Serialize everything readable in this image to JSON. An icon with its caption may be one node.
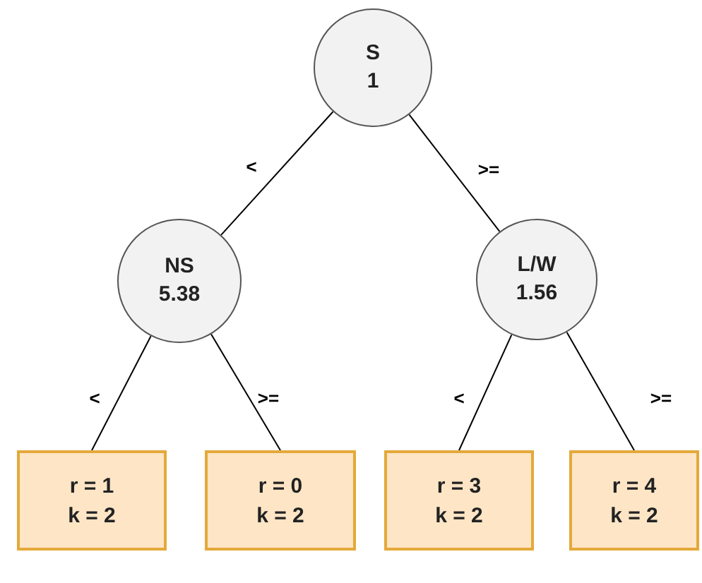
{
  "diagram": {
    "nodes": [
      {
        "text": [
          "S",
          "1"
        ]
      },
      {
        "text": [
          "NS",
          "5.38"
        ]
      },
      {
        "text": [
          "L/W",
          "1.56"
        ]
      },
      {
        "text": [
          "r = 1",
          "k = 2"
        ]
      },
      {
        "text": [
          "r = 0",
          "k = 2"
        ]
      },
      {
        "text": [
          "r = 3",
          "k = 2"
        ]
      },
      {
        "text": [
          "r = 4",
          "k = 2"
        ]
      }
    ],
    "edges": [
      {
        "from": 0,
        "to": 1,
        "arrow": "none",
        "label": "<"
      },
      {
        "from": 0,
        "to": 2,
        "arrow": "none",
        "label": ">="
      },
      {
        "from": 1,
        "to": 3,
        "arrow": "none",
        "label": "<"
      },
      {
        "from": 1,
        "to": 4,
        "arrow": "none",
        "label": ">="
      },
      {
        "from": 2,
        "to": 5,
        "arrow": "none",
        "label": "<"
      },
      {
        "from": 2,
        "to": 6,
        "arrow": "none",
        "label": ">="
      }
    ]
  }
}
